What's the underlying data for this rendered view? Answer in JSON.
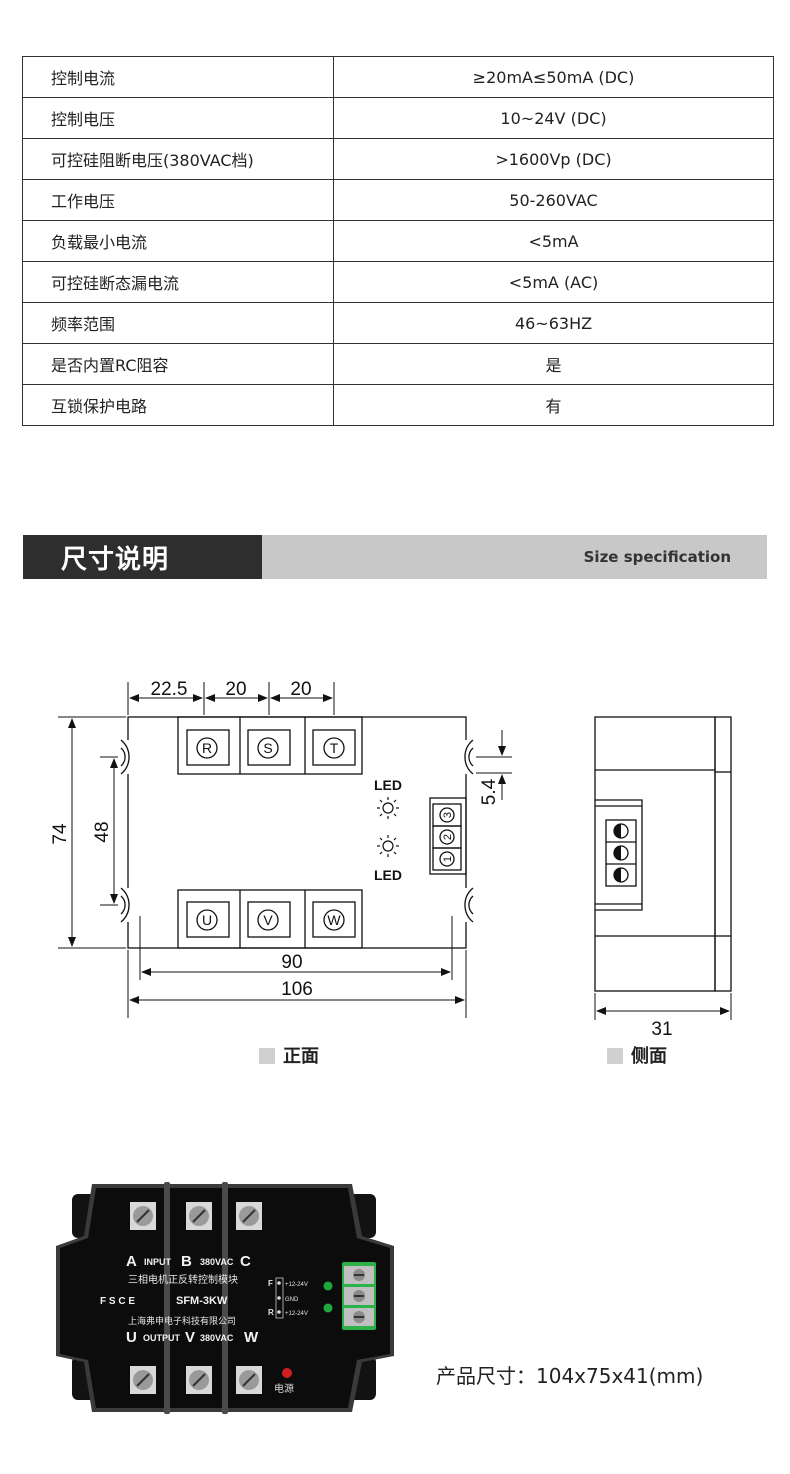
{
  "spec_table": {
    "rows": [
      {
        "label": "控制电流",
        "value": "≥20mA≤50mA (DC)"
      },
      {
        "label": "控制电压",
        "value": "10~24V (DC)"
      },
      {
        "label": "可控硅阻断电压(380VAC档)",
        "value": ">1600Vp (DC)"
      },
      {
        "label": "工作电压",
        "value": "50-260VAC"
      },
      {
        "label": "负载最小电流",
        "value": "<5mA"
      },
      {
        "label": "可控硅断态漏电流",
        "value": "<5mA  (AC)"
      },
      {
        "label": "频率范围",
        "value": "46~63HZ"
      },
      {
        "label": "是否内置RC阻容",
        "value": "是"
      },
      {
        "label": "互锁保护电路",
        "value": "有"
      }
    ]
  },
  "section": {
    "title": "尺寸说明",
    "subtitle": "Size specification"
  },
  "front_view": {
    "caption": "正面",
    "dims": {
      "w1": "22.5",
      "w2": "20",
      "w3": "20",
      "height": "74",
      "hole_pitch": "48",
      "hole_span": "90",
      "width": "106",
      "small": "5.4"
    },
    "terminals_top": [
      "R",
      "S",
      "T"
    ],
    "terminals_bottom": [
      "U",
      "V",
      "W"
    ],
    "control_pins": [
      "3",
      "2",
      "1"
    ],
    "led_label": "LED"
  },
  "side_view": {
    "caption": "侧面",
    "depth": "31"
  },
  "product": {
    "row1_label_a": "A",
    "row1_label_input": "INPUT",
    "row1_label_b": "B",
    "row1_label_volt": "380VAC",
    "row1_label_c": "C",
    "cn_title": "三相电机正反转控制模块",
    "cert": "F S  C E",
    "model": "SFM-3KW",
    "maker": "上海弗申电子科技有限公司",
    "row2_label_u": "U",
    "row2_label_output": "OUTPUT",
    "row2_label_v": "V",
    "row2_label_volt": "380VAC",
    "row2_label_w": "W",
    "pin_f": "F",
    "pin_f_desc": "+12-24V",
    "pin_gnd": "GND",
    "pin_r": "R",
    "pin_r_desc": "+12-24V",
    "power_label": "电源",
    "size_text": "产品尺寸：104x75x41(mm)"
  },
  "colors": {
    "header_dark": "#2e2e2e",
    "header_light": "#c8c8c8",
    "led_green": "#1fa83a",
    "terminal_green": "#2bb34a",
    "led_red": "#d21e1e"
  }
}
